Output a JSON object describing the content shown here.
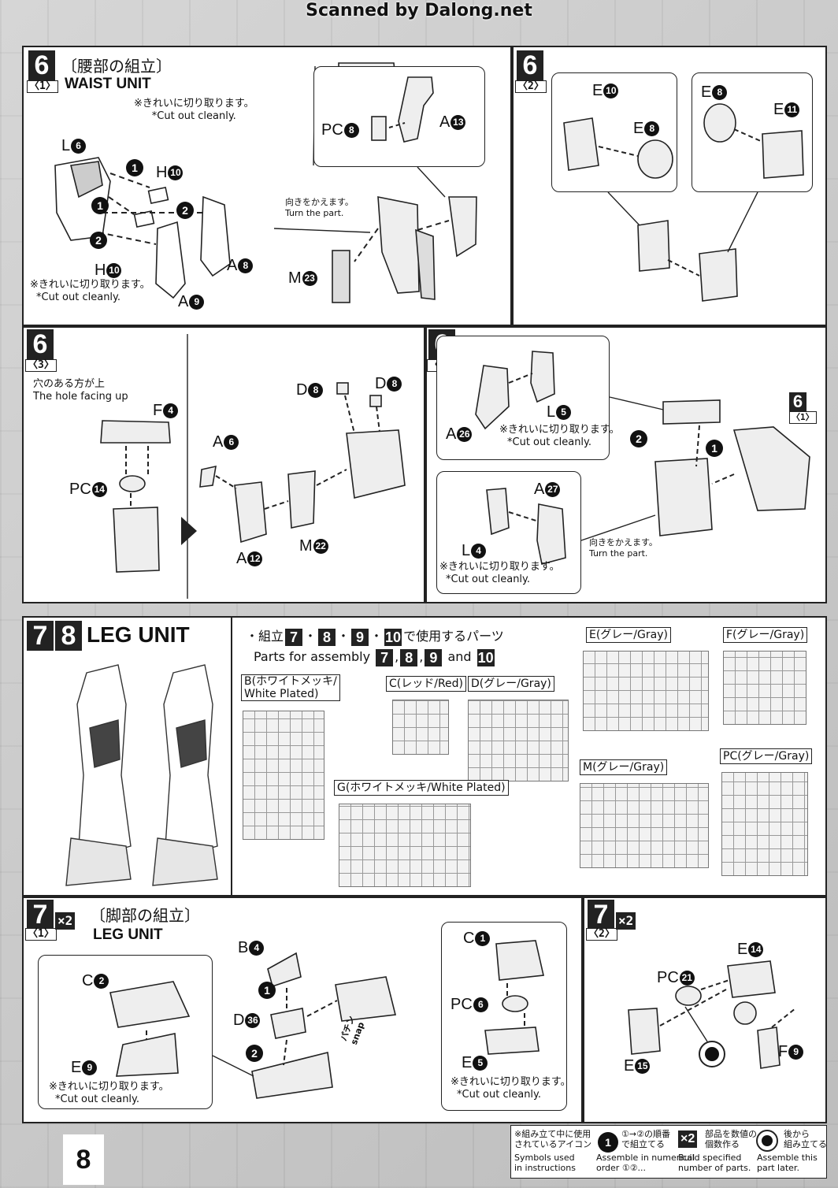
{
  "header": {
    "watermark": "Scanned by Dalong.net"
  },
  "p61": {
    "num": "6",
    "sub": "〈1〉",
    "title_jp": "〔腰部の組立〕",
    "title_en": "WAIST UNIT",
    "note_top_jp": "※きれいに切り取ります。",
    "note_top_en": "*Cut out cleanly.",
    "note_bot_jp": "※きれいに切り取ります。",
    "note_bot_en": "*Cut out cleanly.",
    "turn_jp": "向きをかえます。",
    "turn_en": "Turn the part.",
    "labels": {
      "L": "L",
      "L_n": "6",
      "H_top": "H",
      "H_top_n": "10",
      "H_bot": "H",
      "H_bot_n": "10",
      "A8": "A",
      "A8_n": "8",
      "A9": "A",
      "A9_n": "9",
      "PC": "PC",
      "PC_n": "8",
      "A13": "A",
      "A13_n": "13",
      "M": "M",
      "M_n": "23"
    },
    "steps": {
      "s1a": "1",
      "s2a": "2",
      "s1b": "1",
      "s2b": "2"
    }
  },
  "p62": {
    "num": "6",
    "sub": "〈2〉",
    "labels": {
      "E10": "E",
      "E10_n": "10",
      "E8a": "E",
      "E8a_n": "8",
      "E8b": "E",
      "E8b_n": "8",
      "E11": "E",
      "E11_n": "11"
    }
  },
  "p63": {
    "num": "6",
    "sub": "〈3〉",
    "hole_jp": "穴のある方が上",
    "hole_en": "The hole facing up",
    "labels": {
      "F": "F",
      "F_n": "4",
      "PC": "PC",
      "PC_n": "14",
      "A6": "A",
      "A6_n": "6",
      "A12": "A",
      "A12_n": "12",
      "D8a": "D",
      "D8a_n": "8",
      "D8b": "D",
      "D8b_n": "8",
      "M": "M",
      "M_n": "22"
    }
  },
  "p64": {
    "num": "6",
    "sub": "〈4〉",
    "ref_num": "6",
    "ref_sub": "〈1〉",
    "note1_jp": "※きれいに切り取ります。",
    "note1_en": "*Cut out cleanly.",
    "note2_jp": "※きれいに切り取ります。",
    "note2_en": "*Cut out cleanly.",
    "turn_jp": "向きをかえます。",
    "turn_en": "Turn the part.",
    "labels": {
      "A26": "A",
      "A26_n": "26",
      "L5": "L",
      "L5_n": "5",
      "A27": "A",
      "A27_n": "27",
      "L4": "L",
      "L4_n": "4"
    },
    "steps": {
      "s1": "1",
      "s2": "2"
    }
  },
  "p78": {
    "num1": "7",
    "num2": "8",
    "title": "LEG UNIT",
    "parts_jp_pre": "・組立",
    "parts_jp_post": "で使用するパーツ",
    "parts_en_pre": "Parts for assembly",
    "parts_en_and": "and",
    "a7": "7",
    "a8": "8",
    "a9": "9",
    "a10": "10",
    "sep": "・",
    "comma": ",",
    "runners": {
      "B": "B(ホワイトメッキ/\nWhite Plated)",
      "C": "C(レッド/Red)",
      "D": "D(グレー/Gray)",
      "E": "E(グレー/Gray)",
      "F": "F(グレー/Gray)",
      "G": "G(ホワイトメッキ/White Plated)",
      "M": "M(グレー/Gray)",
      "PC": "PC(グレー/Gray)"
    }
  },
  "p71": {
    "num": "7",
    "sub": "〈1〉",
    "times": "×2",
    "title_jp": "〔脚部の組立〕",
    "title_en": "LEG UNIT",
    "note1_jp": "※きれいに切り取ります。",
    "note1_en": "*Cut out cleanly.",
    "note2_jp": "※きれいに切り取ります。",
    "note2_en": "*Cut out cleanly.",
    "snap": "パチン\nsnap",
    "labels": {
      "C2": "C",
      "C2_n": "2",
      "E9": "E",
      "E9_n": "9",
      "B4": "B",
      "B4_n": "4",
      "D36": "D",
      "D36_n": "36",
      "C1": "C",
      "C1_n": "1",
      "PC6": "PC",
      "PC6_n": "6",
      "E5": "E",
      "E5_n": "5"
    },
    "steps": {
      "s1": "1",
      "s2": "2"
    }
  },
  "p72": {
    "num": "7",
    "sub": "〈2〉",
    "times": "×2",
    "labels": {
      "E14": "E",
      "E14_n": "14",
      "PC21": "PC",
      "PC21_n": "21",
      "E15": "E",
      "E15_n": "15",
      "F9": "F",
      "F9_n": "9"
    }
  },
  "legend": {
    "title_jp": "※組み立て中に使用\nされているアイコン",
    "title_en": "Symbols used\nin instructions",
    "i1_jp": "①→②の順番\nで組立てる",
    "i1_en": "Assemble in numerical\norder ①②...",
    "i1_icon": "1",
    "i2_jp": "部品を数値の\n個数作る",
    "i2_en": "Build specified\nnumber of parts.",
    "i2_icon": "×2",
    "i3_jp": "後から\n組み立てる",
    "i3_en": "Assemble this\npart later."
  },
  "page": {
    "number": "8"
  }
}
